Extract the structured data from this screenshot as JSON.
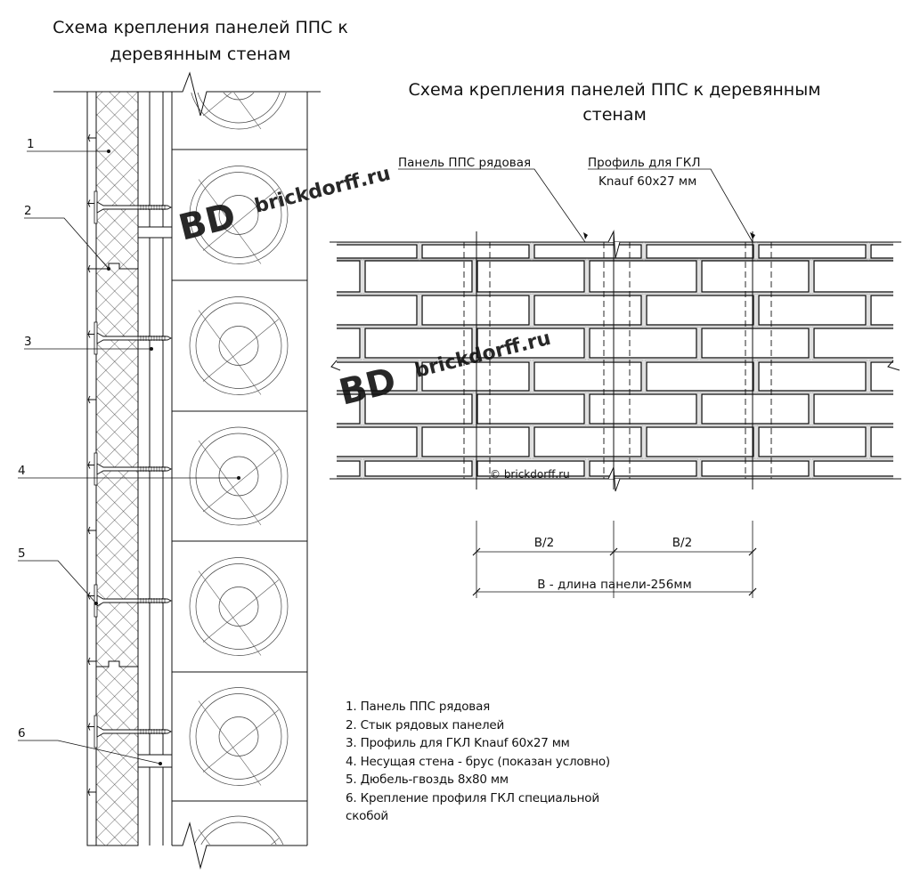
{
  "left_title": [
    "Схема крепления панелей ППС к",
    "деревянным стенам"
  ],
  "right_title": [
    "Схема крепления панелей ППС к деревянным",
    "стенам"
  ],
  "callouts": [
    "1",
    "2",
    "3",
    "4",
    "5",
    "6"
  ],
  "leaders": {
    "panel": "Панель ППС рядовая",
    "profile_line1": "Профиль для ГКЛ",
    "profile_line2": "Knauf 60x27 мм"
  },
  "dimensions": {
    "half_left": "B/2",
    "half_right": "B/2",
    "total": "B - длина панели-256мм"
  },
  "legend": [
    "1. Панель ППС рядовая",
    "2. Стык рядовых панелей",
    "3. Профиль для ГКЛ Knauf 60x27 мм",
    "4. Несущая стена - брус (показан условно)",
    "5. Дюбель-гвоздь 8x80 мм",
    "6. Крепление профиля ГКЛ специальной",
    "скобой"
  ],
  "watermarks": {
    "logo": "BD",
    "site": "brickdorff.ru",
    "copyright": "© brickdorff.ru"
  },
  "colors": {
    "line": "#111111",
    "watermark": "#d4d4d4"
  }
}
